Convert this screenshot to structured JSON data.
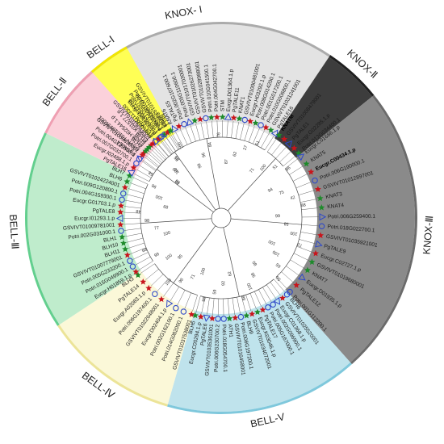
{
  "clades": [
    {
      "id": "knox1",
      "label": "KNOX- I",
      "color": "#e3e3e3",
      "ring": "#ababab",
      "a0": -54.6,
      "a1": 33.8
    },
    {
      "id": "knox2",
      "label": "KNOX-Ⅱ",
      "color": "#3d3d3d",
      "ring": "#1f1f1f",
      "a0": 33.8,
      "a1": 51.2
    },
    {
      "id": "knox3",
      "label": "KNOX-Ⅲ",
      "color": "#8a8a8a",
      "ring": "#6b6b6b",
      "a0": 51.2,
      "a1": 138.2
    },
    {
      "id": "bell5",
      "label": "BELL-V",
      "color": "#bfe3ec",
      "ring": "#7fc8dc",
      "a0": 138.2,
      "a1": 196.0
    },
    {
      "id": "bell4",
      "label": "BELL-Ⅳ",
      "color": "#fbf8d8",
      "ring": "#ece498",
      "a0": 196.0,
      "a1": 236.6
    },
    {
      "id": "bell3",
      "label": "BELL-Ⅲ",
      "color": "#bfeccc",
      "ring": "#63cf8e",
      "a0": 236.6,
      "a1": 295.8
    },
    {
      "id": "bell2",
      "label": "BELL-Ⅱ",
      "color": "#fbd1da",
      "ring": "#ef9fb2",
      "a0": 295.8,
      "a1": 318.5
    },
    {
      "id": "bell1",
      "label": "BELL-Ⅰ",
      "color": "#ffff55",
      "ring": "#f2e600",
      "a0": 318.5,
      "a1": 331.0
    }
  ],
  "leaves": [
    {
      "name": "PgTALE4",
      "clade": "knox1",
      "marker": "triangle",
      "color": "#2f49c8"
    },
    {
      "name": "GSVIVT01018996001",
      "clade": "knox1",
      "marker": "star",
      "color": "#c8151c"
    },
    {
      "name": "Eucgr.H02544.1.p",
      "clade": "knox1",
      "marker": "star",
      "color": "#1d8a2a"
    },
    {
      "name": "Eucgr.K01577.1.p",
      "clade": "knox1",
      "marker": "star",
      "color": "#c8151c"
    },
    {
      "name": "Potri.002G113300",
      "clade": "knox1",
      "marker": "circle",
      "color": "#2f49c8"
    },
    {
      "name": "Potri.014G012100",
      "clade": "knox1",
      "marker": "circle",
      "color": "#2f49c8"
    },
    {
      "name": "Potri.015G071100",
      "clade": "knox1",
      "marker": "star",
      "color": "#1d8a2a"
    },
    {
      "name": "KNAT2",
      "clade": "knox1",
      "marker": "star",
      "color": "#1d8a2a"
    },
    {
      "name": "KNAT6",
      "clade": "knox1",
      "marker": "triangle",
      "color": "#2f49c8"
    },
    {
      "name": "PgTALE5",
      "clade": "knox1",
      "marker": "star",
      "color": "#c8151c"
    },
    {
      "name": "Potri.002G107600.1",
      "clade": "knox1",
      "marker": "circle",
      "color": "#2f49c8"
    },
    {
      "name": "Potri.005G110600.1",
      "clade": "knox1",
      "marker": "triangle",
      "color": "#2f49c8"
    },
    {
      "name": "GSVIVT01017030001",
      "clade": "knox1",
      "marker": "star",
      "color": "#1d8a2a"
    },
    {
      "name": "GSVIVT01026273001",
      "clade": "knox1",
      "marker": "star",
      "color": "#c8151c"
    },
    {
      "name": "GSVIVT01028988001",
      "clade": "knox1",
      "marker": "circle",
      "color": "#2f49c8"
    },
    {
      "name": "Potri.010G041500.1",
      "clade": "knox1",
      "marker": "star",
      "color": "#1d8a2a"
    },
    {
      "name": "Potri.004G042700.1",
      "clade": "knox1",
      "marker": "star",
      "color": "#c8151c"
    },
    {
      "name": "STM",
      "clade": "knox1",
      "marker": "star",
      "color": "#1d8a2a"
    },
    {
      "name": "Eucgr.D01364.1.p",
      "clade": "knox1",
      "marker": "triangle",
      "color": "#2f49c8"
    },
    {
      "name": "PgTALE11",
      "clade": "knox1",
      "marker": "star",
      "color": "#c8151c"
    },
    {
      "name": "KNAT1",
      "clade": "knox1",
      "marker": "star",
      "color": "#1d8a2a"
    },
    {
      "name": "GSVIVT01000481001",
      "clade": "knox1",
      "marker": "circle",
      "color": "#2f49c8"
    },
    {
      "name": "Eucgr.H03292.1.p",
      "clade": "knox1",
      "marker": "star",
      "color": "#c8151c"
    },
    {
      "name": "Potri.008G014200.1",
      "clade": "knox1",
      "marker": "star",
      "color": "#1d8a2a"
    },
    {
      "name": "Potri.001G017200.1",
      "clade": "knox1",
      "marker": "circle",
      "color": "#2f49c8"
    },
    {
      "name": "Potri.010G006800.1",
      "clade": "knox1",
      "marker": "star",
      "color": "#c8151c"
    },
    {
      "name": "GSVIVT01031241001",
      "clade": "knox1",
      "marker": "star",
      "color": "#1d8a2a"
    },
    {
      "name": "PgTALE16",
      "clade": "knox1",
      "marker": "triangle",
      "color": "#2f49c8"
    },
    {
      "name": "KNATM",
      "clade": "knox2",
      "marker": "star",
      "color": "#1d8a2a",
      "highlight": true
    },
    {
      "name": "GSVIVT01008479001",
      "clade": "knox2",
      "marker": "star",
      "color": "#c8151c"
    },
    {
      "name": "PgTALE1",
      "clade": "knox2",
      "marker": "triangle",
      "color": "#2f49c8"
    },
    {
      "name": "Eucgr.G02285.1.p",
      "clade": "knox2",
      "marker": "star",
      "color": "#c8151c"
    },
    {
      "name": "Potri.012G034400.1",
      "clade": "knox2",
      "marker": "star",
      "color": "#1d8a2a"
    },
    {
      "name": "Eucgr.C01686.1.p",
      "clade": "knox3",
      "marker": "triangle",
      "color": "#2f49c8"
    },
    {
      "name": "KNAT5",
      "clade": "knox3",
      "marker": "star",
      "color": "#1d8a2a"
    },
    {
      "name": "Eucgr.C00434.1.p",
      "clade": "knox3",
      "marker": "star",
      "color": "#c8151c",
      "highlight": true
    },
    {
      "name": "Potri.006G190000.1",
      "clade": "knox3",
      "marker": "circle",
      "color": "#2f49c8"
    },
    {
      "name": "GSVIVT01012897001",
      "clade": "knox3",
      "marker": "star",
      "color": "#c8151c"
    },
    {
      "name": "KNAT3",
      "clade": "knox3",
      "marker": "star",
      "color": "#1d8a2a"
    },
    {
      "name": "KNAT4",
      "clade": "knox3",
      "marker": "star",
      "color": "#1d8a2a"
    },
    {
      "name": "Potri.006G259400.1",
      "clade": "knox3",
      "marker": "triangle",
      "color": "#2f49c8"
    },
    {
      "name": "Potri.018G022700.1",
      "clade": "knox3",
      "marker": "circle",
      "color": "#2f49c8"
    },
    {
      "name": "GSVIVT01035921001",
      "clade": "knox3",
      "marker": "star",
      "color": "#c8151c"
    },
    {
      "name": "PgTALE9",
      "clade": "knox3",
      "marker": "triangle",
      "color": "#2f49c8"
    },
    {
      "name": "Eucgr.C02727.1.p",
      "clade": "knox3",
      "marker": "star",
      "color": "#c8151c"
    },
    {
      "name": "GSVIVT01019680001",
      "clade": "knox3",
      "marker": "star",
      "color": "#1d8a2a"
    },
    {
      "name": "KNAT7",
      "clade": "knox3",
      "marker": "star",
      "color": "#1d8a2a"
    },
    {
      "name": "Eucgr.D01935.1.p",
      "clade": "knox3",
      "marker": "triangle",
      "color": "#2f49c8"
    },
    {
      "name": "PgTALE12",
      "clade": "knox3",
      "marker": "star",
      "color": "#c8151c"
    },
    {
      "name": "Potri.001G112200.1",
      "clade": "knox3",
      "marker": "circle",
      "color": "#2f49c8"
    },
    {
      "name": "BLH6",
      "clade": "bell5",
      "marker": "circle",
      "color": "#2f49c8"
    },
    {
      "name": "GSVIVT01025520001",
      "clade": "bell5",
      "marker": "star",
      "color": "#c8151c"
    },
    {
      "name": "Eucgr.C01368.1.p",
      "clade": "bell5",
      "marker": "triangle",
      "color": "#2f49c8"
    },
    {
      "name": "Potri.002G096900.1",
      "clade": "bell5",
      "marker": "circle",
      "color": "#2f49c8"
    },
    {
      "name": "Potri.005G167000.1",
      "clade": "bell5",
      "marker": "circle",
      "color": "#2f49c8"
    },
    {
      "name": "PgTALE17",
      "clade": "bell5",
      "marker": "star",
      "color": "#c8151c"
    },
    {
      "name": "Eucgr.K03046.1.p",
      "clade": "bell5",
      "marker": "star",
      "color": "#1d8a2a"
    },
    {
      "name": "GSVIVT01034072001",
      "clade": "bell5",
      "marker": "star",
      "color": "#c8151c"
    },
    {
      "name": "BLH9",
      "clade": "bell5",
      "marker": "star",
      "color": "#1d8a2a"
    },
    {
      "name": "Potri.006G197200.1",
      "clade": "bell5",
      "marker": "circle",
      "color": "#2f49c8"
    },
    {
      "name": "GSVIVT01016458001",
      "clade": "bell5",
      "marker": "star",
      "color": "#c8151c"
    },
    {
      "name": "ATH1",
      "clade": "bell5",
      "marker": "star",
      "color": "#1d8a2a"
    },
    {
      "name": "Potri.018G054700.1",
      "clade": "bell5",
      "marker": "circle",
      "color": "#2f49c8"
    },
    {
      "name": "Potri.006G230700.2",
      "clade": "bell5",
      "marker": "circle",
      "color": "#2f49c8"
    },
    {
      "name": "GSVIVT01035361001",
      "clade": "bell5",
      "marker": "star",
      "color": "#c8151c"
    },
    {
      "name": "PgTALE6",
      "clade": "bell5",
      "marker": "triangle",
      "color": "#2f49c8"
    },
    {
      "name": "Eucgr.C00294.1.p",
      "clade": "bell5",
      "marker": "star",
      "color": "#c8151c"
    },
    {
      "name": "BLH5",
      "clade": "bell5",
      "marker": "star",
      "color": "#1d8a2a"
    },
    {
      "name": "GSVIVT01037538001",
      "clade": "bell4",
      "marker": "star",
      "color": "#c8151c"
    },
    {
      "name": "Potri.014G082000.1",
      "clade": "bell4",
      "marker": "circle",
      "color": "#2f49c8"
    },
    {
      "name": "Potri.002G162100.1",
      "clade": "bell4",
      "marker": "circle",
      "color": "#2f49c8"
    },
    {
      "name": "Eucgr.D02404.1.p",
      "clade": "bell4",
      "marker": "triangle",
      "color": "#2f49c8"
    },
    {
      "name": "GSVIVT01022648001",
      "clade": "bell4",
      "marker": "star",
      "color": "#c8151c"
    },
    {
      "name": "Potri.006G197400.1",
      "clade": "bell4",
      "marker": "circle",
      "color": "#2f49c8"
    },
    {
      "name": "Eucgr.A02083.1.p",
      "clade": "bell4",
      "marker": "star",
      "color": "#c8151c"
    },
    {
      "name": "PgTALE14",
      "clade": "bell4",
      "marker": "star",
      "color": "#c8151c"
    },
    {
      "name": "BLH3",
      "clade": "bell4",
      "marker": "star",
      "color": "#1d8a2a"
    },
    {
      "name": "Eucgr.H01859.1.p",
      "clade": "bell3",
      "marker": "star",
      "color": "#c8151c"
    },
    {
      "name": "Potri.015G049900.1",
      "clade": "bell3",
      "marker": "circle",
      "color": "#2f49c8"
    },
    {
      "name": "Potri.005G233200.1",
      "clade": "bell3",
      "marker": "circle",
      "color": "#2f49c8"
    },
    {
      "name": "GSVIVT01007779001",
      "clade": "bell3",
      "marker": "star",
      "color": "#c8151c"
    },
    {
      "name": "BLH11",
      "clade": "bell3",
      "marker": "star",
      "color": "#1d8a2a"
    },
    {
      "name": "BLH10",
      "clade": "bell3",
      "marker": "star",
      "color": "#1d8a2a"
    },
    {
      "name": "BLH1",
      "clade": "bell3",
      "marker": "star",
      "color": "#1d8a2a"
    },
    {
      "name": "Potri.002G031000.1",
      "clade": "bell3",
      "marker": "circle",
      "color": "#2f49c8"
    },
    {
      "name": "GSVIVT01009781001",
      "clade": "bell3",
      "marker": "star",
      "color": "#c8151c"
    },
    {
      "name": "Eucgr.I01293.1.p",
      "clade": "bell3",
      "marker": "triangle",
      "color": "#2f49c8"
    },
    {
      "name": "PgTALE8",
      "clade": "bell3",
      "marker": "star",
      "color": "#c8151c"
    },
    {
      "name": "Eucgr.G01703.1.p",
      "clade": "bell3",
      "marker": "star",
      "color": "#c8151c"
    },
    {
      "name": "Potri.004G159300.1",
      "clade": "bell3",
      "marker": "circle",
      "color": "#2f49c8"
    },
    {
      "name": "Potri.009G120800.1",
      "clade": "bell3",
      "marker": "circle",
      "color": "#2f49c8"
    },
    {
      "name": "GSVIVT01024224001",
      "clade": "bell3",
      "marker": "star",
      "color": "#c8151c"
    },
    {
      "name": "BLH6",
      "clade": "bell3",
      "marker": "star",
      "color": "#1d8a2a"
    },
    {
      "name": "BLH7",
      "clade": "bell3",
      "marker": "star",
      "color": "#1d8a2a"
    },
    {
      "name": "PgTALE16",
      "clade": "bell2",
      "marker": "triangle",
      "color": "#2f49c8"
    },
    {
      "name": "Eucgr.I02488.1.p",
      "clade": "bell2",
      "marker": "star",
      "color": "#c8151c"
    },
    {
      "name": "Potri.007G032700.1",
      "clade": "bell2",
      "marker": "circle",
      "color": "#2f49c8"
    },
    {
      "name": "Potri.004G129500.1",
      "clade": "bell2",
      "marker": "circle",
      "color": "#2f49c8"
    },
    {
      "name": "GSVIVT01009630001",
      "clade": "bell2",
      "marker": "star",
      "color": "#c8151c"
    },
    {
      "name": "BLH2",
      "clade": "bell2",
      "marker": "star",
      "color": "#1d8a2a"
    },
    {
      "name": "BLH4",
      "clade": "bell2",
      "marker": "star",
      "color": "#1d8a2a"
    },
    {
      "name": "GSVIVT01019043001",
      "clade": "bell2",
      "marker": "star",
      "color": "#c8151c"
    },
    {
      "name": "PgTALE18",
      "clade": "bell1",
      "marker": "triangle",
      "color": "#2f49c8"
    },
    {
      "name": "Eucgr.D01826.1.p",
      "clade": "bell1",
      "marker": "star",
      "color": "#c8151c"
    },
    {
      "name": "Potri.005G137100.1",
      "clade": "bell1",
      "marker": "circle",
      "color": "#2f49c8"
    },
    {
      "name": "Potri.001G036500.1",
      "clade": "bell1",
      "marker": "circle",
      "color": "#2f49c8"
    },
    {
      "name": "GSVIVT01018295001",
      "clade": "bell1",
      "marker": "star",
      "color": "#c8151c"
    },
    {
      "name": "BEL1",
      "clade": "bell1",
      "marker": "star",
      "color": "#1d8a2a"
    }
  ],
  "bootstrap": [
    "98",
    "46",
    "29",
    "100",
    "99",
    "96",
    "84",
    "76",
    "87",
    "62",
    "27",
    "51",
    "71",
    "100",
    "51",
    "96",
    "94",
    "75",
    "42",
    "88",
    "99",
    "58",
    "100",
    "72",
    "100",
    "100",
    "65",
    "56",
    "80",
    "98",
    "100",
    "88",
    "62",
    "92",
    "59",
    "98",
    "100",
    "71",
    "98",
    "100",
    "95",
    "100",
    "99",
    "68",
    "100",
    "77",
    "98",
    "48",
    "89",
    "100",
    "96",
    "58",
    "70",
    "100",
    "85"
  ]
}
